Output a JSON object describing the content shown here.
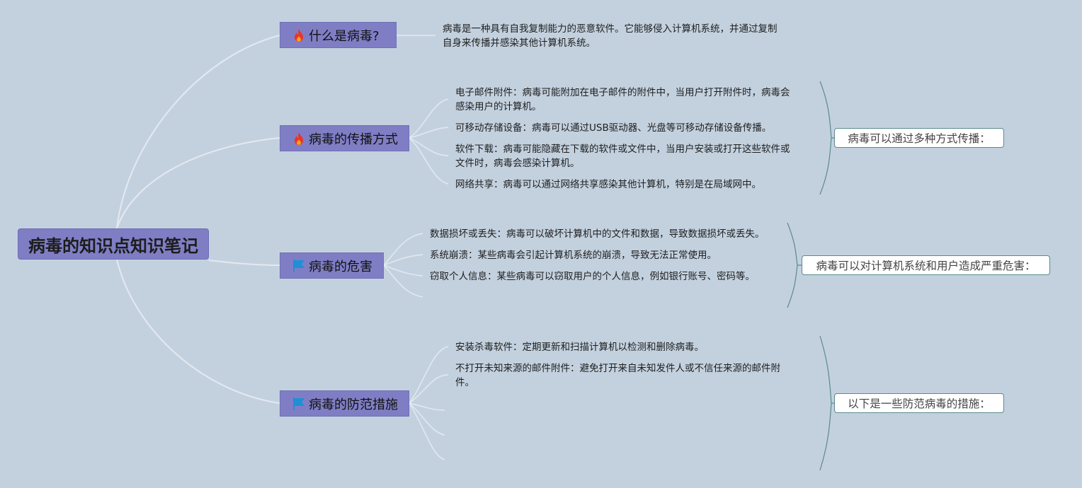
{
  "root": {
    "title": "病毒的知识点知识笔记"
  },
  "colors": {
    "background": "#c3d1df",
    "topic_fill": "#7f7ec5",
    "branch_line": "#e4e9ef",
    "summary_border": "#5a8a8c",
    "fire": "#e8352a",
    "flag": "#1f8fd6"
  },
  "topics": [
    {
      "title": "什么是病毒?",
      "icon": "fire-icon",
      "details": [
        "病毒是一种具有自我复制能力的恶意软件。它能够侵入计算机系统，并通过复制\n自身来传播并感染其他计算机系统。"
      ]
    },
    {
      "title": "病毒的传播方式",
      "icon": "fire-icon",
      "details": [
        "电子邮件附件：病毒可能附加在电子邮件的附件中，当用户打开附件时，病毒会\n感染用户的计算机。",
        "可移动存储设备：病毒可以通过USB驱动器、光盘等可移动存储设备传播。",
        "软件下载：病毒可能隐藏在下载的软件或文件中，当用户安装或打开这些软件或\n文件时，病毒会感染计算机。",
        "网络共享：病毒可以通过网络共享感染其他计算机，特别是在局域网中。"
      ],
      "summary": "病毒可以通过多种方式传播："
    },
    {
      "title": "病毒的危害",
      "icon": "flag-icon",
      "details": [
        "数据损坏或丢失：病毒可以破坏计算机中的文件和数据，导致数据损坏或丢失。",
        "系统崩溃：某些病毒会引起计算机系统的崩溃，导致无法正常使用。",
        "窃取个人信息：某些病毒可以窃取用户的个人信息，例如银行账号、密码等。"
      ],
      "summary": "病毒可以对计算机系统和用户造成严重危害："
    },
    {
      "title": "病毒的防范措施",
      "icon": "flag-icon",
      "details": [
        "安装杀毒软件：定期更新和扫描计算机以检测和删除病毒。",
        "不打开未知来源的邮件附件：避免打开来自未知发件人或不信任来源的邮件附\n件。"
      ],
      "summary": "以下是一些防范病毒的措施："
    }
  ]
}
